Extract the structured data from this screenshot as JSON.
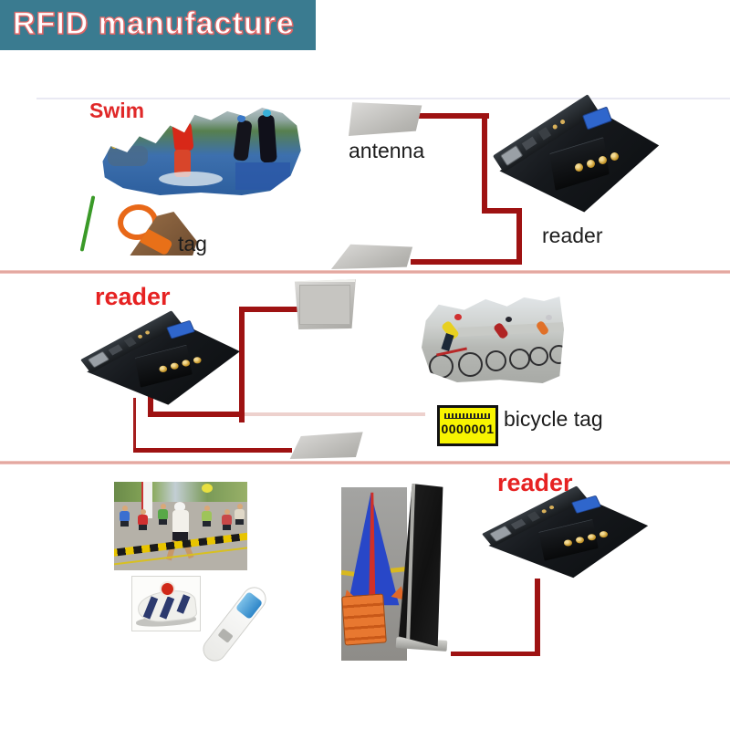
{
  "header": {
    "title": "RFID manufacture",
    "bg_color": "#3a7b90",
    "text_color": "#ffffff",
    "outline_color": "#e06a6a"
  },
  "colors": {
    "wire": "#9e1212",
    "section_divider": "#dd9a92",
    "top_divider": "#e9e9f3",
    "red_label": "#e62222",
    "black_label": "#1c1c1c",
    "bicycle_tag_bg": "#f8f400"
  },
  "section_swim": {
    "title": "Swim",
    "tag_label": "tag",
    "antenna_label": "antenna",
    "reader_label": "reader"
  },
  "section_cycling": {
    "reader_label": "reader",
    "bicycle_tag_label": "bicycle tag",
    "bicycle_tag_serial": "0000001"
  },
  "section_running": {
    "reader_label": "reader"
  }
}
